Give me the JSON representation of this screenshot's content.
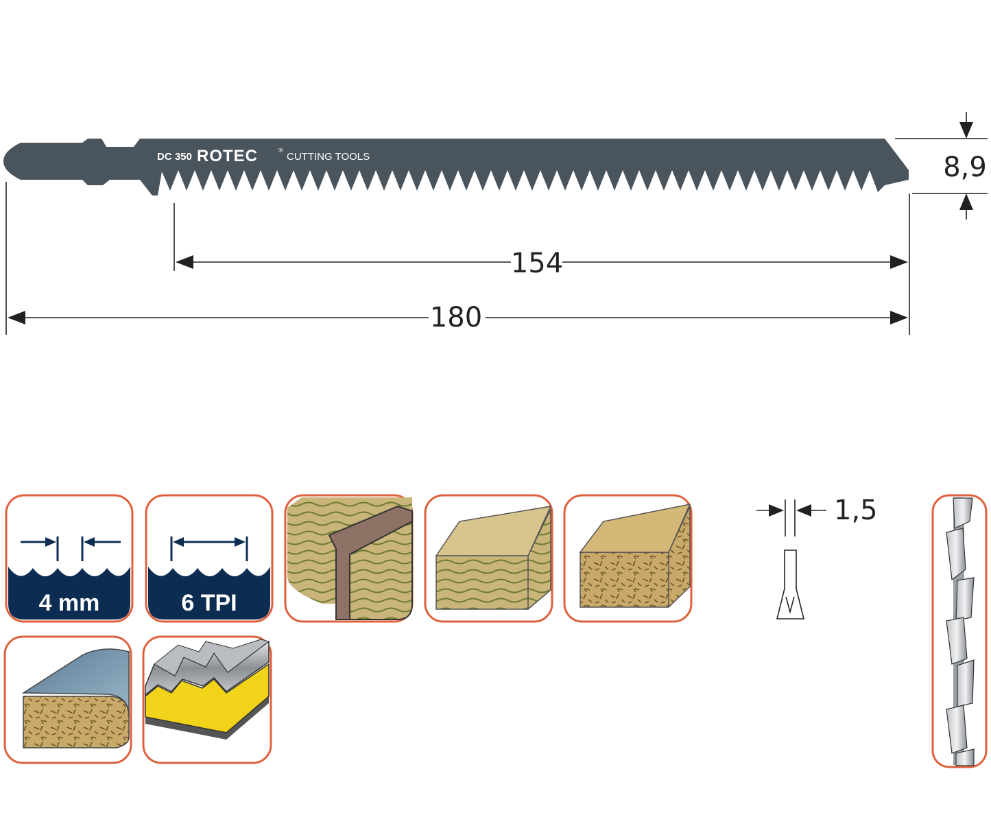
{
  "blade": {
    "model": "DC 350",
    "brand": "ROTEC",
    "brand_suffix": "CUTTING TOOLS",
    "registered_mark": "®",
    "color": "#4a545c"
  },
  "dimensions": {
    "total_length": "180",
    "cutting_length": "154",
    "width": "8,9",
    "thickness": "1,5"
  },
  "spec_icons": {
    "tooth_pitch": "4 mm",
    "teeth_per_inch": "6 TPI",
    "navy": "#0c2c52"
  },
  "materials": [
    {
      "icon": "softwood-joint-icon"
    },
    {
      "icon": "softwood-beam-icon"
    },
    {
      "icon": "chipboard-icon"
    },
    {
      "icon": "coated-chipboard-icon"
    },
    {
      "icon": "sandwich-panel-icon"
    }
  ],
  "frame_color": "#e0603c",
  "tooth_profile_icon": "set-teeth-side-view-icon"
}
